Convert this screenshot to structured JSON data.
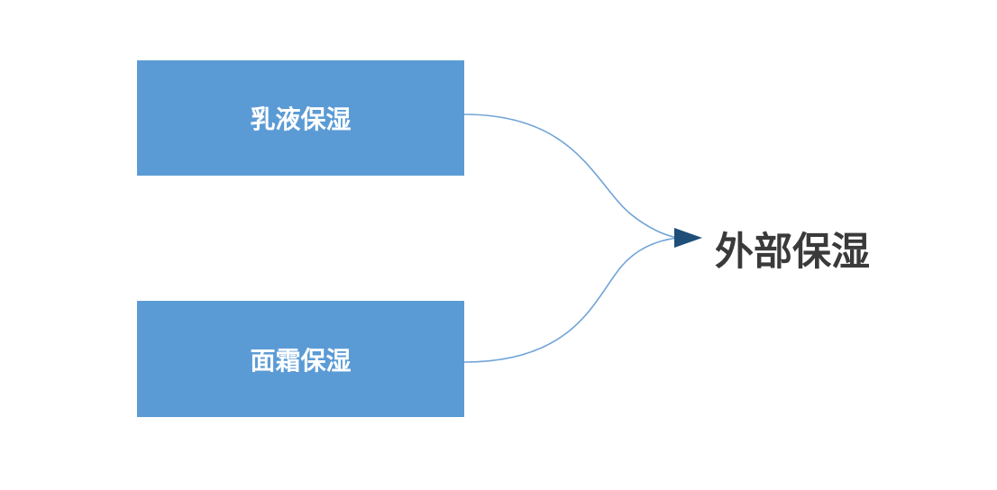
{
  "diagram": {
    "sources": [
      {
        "label": "乳液保湿"
      },
      {
        "label": "面霜保湿"
      }
    ],
    "target": {
      "label": "外部保湿"
    },
    "colors": {
      "box_fill": "#5b9bd5",
      "box_text": "#ffffff",
      "connector": "#6fa3d6",
      "arrowhead": "#1f4e79",
      "target_text": "#3a3a3a"
    }
  }
}
